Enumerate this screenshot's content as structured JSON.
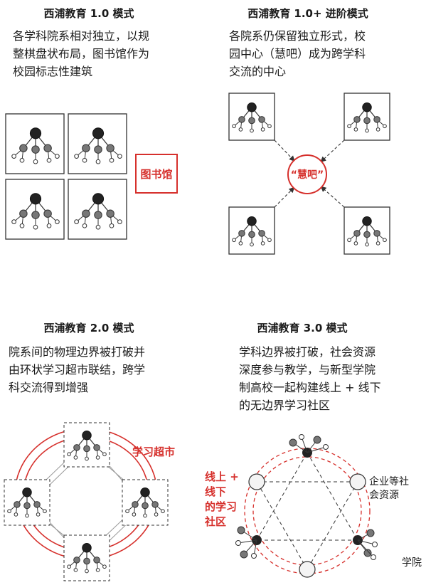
{
  "panels": [
    {
      "title": "西浦教育 1.0 模式",
      "desc": [
        "各学科院系相对独立，以规",
        "整棋盘状布局，图书馆作为",
        "校园标志性建筑"
      ],
      "library_label": "图书馆"
    },
    {
      "title": "西浦教育 1.0+ 进阶模式",
      "desc": [
        "各院系仍保留独立形式，校",
        "园中心（慧吧）成为跨学科",
        "交流的中心"
      ],
      "hub_label": "“慧吧”"
    },
    {
      "title": "西浦教育 2.0 模式",
      "desc": [
        "院系间的物理边界被打破并",
        "由环状学习超市联结，跨学",
        "科交流得到增强"
      ],
      "ring_label": "学习超市"
    },
    {
      "title": "西浦教育 3.0 模式",
      "desc": [
        "学科边界被打破，社会资源",
        "深度参与教学，与新型学院",
        "制高校一起构建线上 + 线下",
        "的无边界学习社区"
      ],
      "community_label": [
        "线上 +",
        "线下",
        "的学习",
        "社区"
      ],
      "resource_label": [
        "企业等社",
        "会资源"
      ],
      "college_label": "学院"
    }
  ],
  "colors": {
    "accent": "#d6302c",
    "dark": "#222222",
    "gray": "#777777",
    "light": "#ffffff",
    "line": "#999999"
  }
}
